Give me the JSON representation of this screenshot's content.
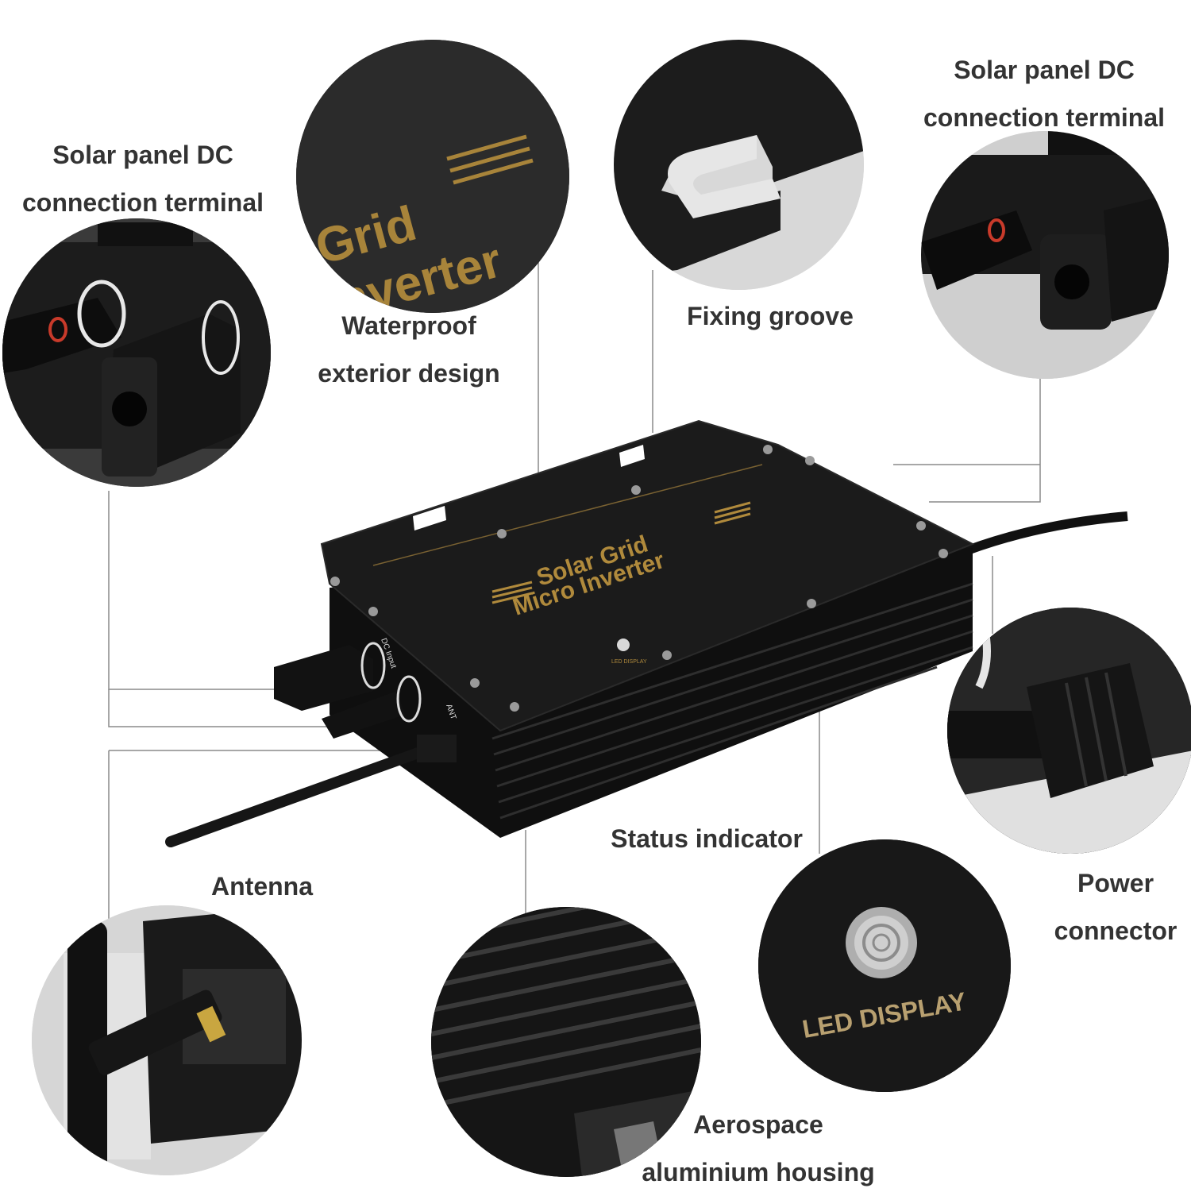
{
  "labels": {
    "dc_left": [
      "Solar panel DC",
      "connection terminal"
    ],
    "dc_right": [
      "Solar panel DC",
      "connection terminal"
    ],
    "waterproof": [
      "Waterproof",
      "exterior design"
    ],
    "fixing": "Fixing groove",
    "status": "Status indicator",
    "antenna": "Antenna",
    "power": [
      "Power",
      "connector"
    ],
    "housing": [
      "Aerospace",
      "aluminium housing"
    ]
  },
  "product_text": {
    "line1": "Solar Grid",
    "line2": "Micro Inverter",
    "dc_input": "DC Input",
    "ant": "ANT",
    "led_small": "LED DISPLAY"
  },
  "closeups": {
    "grid_word": "Grid",
    "inverter_word": "Inverter",
    "led_display": "LED DISPLAY"
  },
  "colors": {
    "gold": "#b08a3c",
    "body": "#141414",
    "line": "#888888"
  }
}
